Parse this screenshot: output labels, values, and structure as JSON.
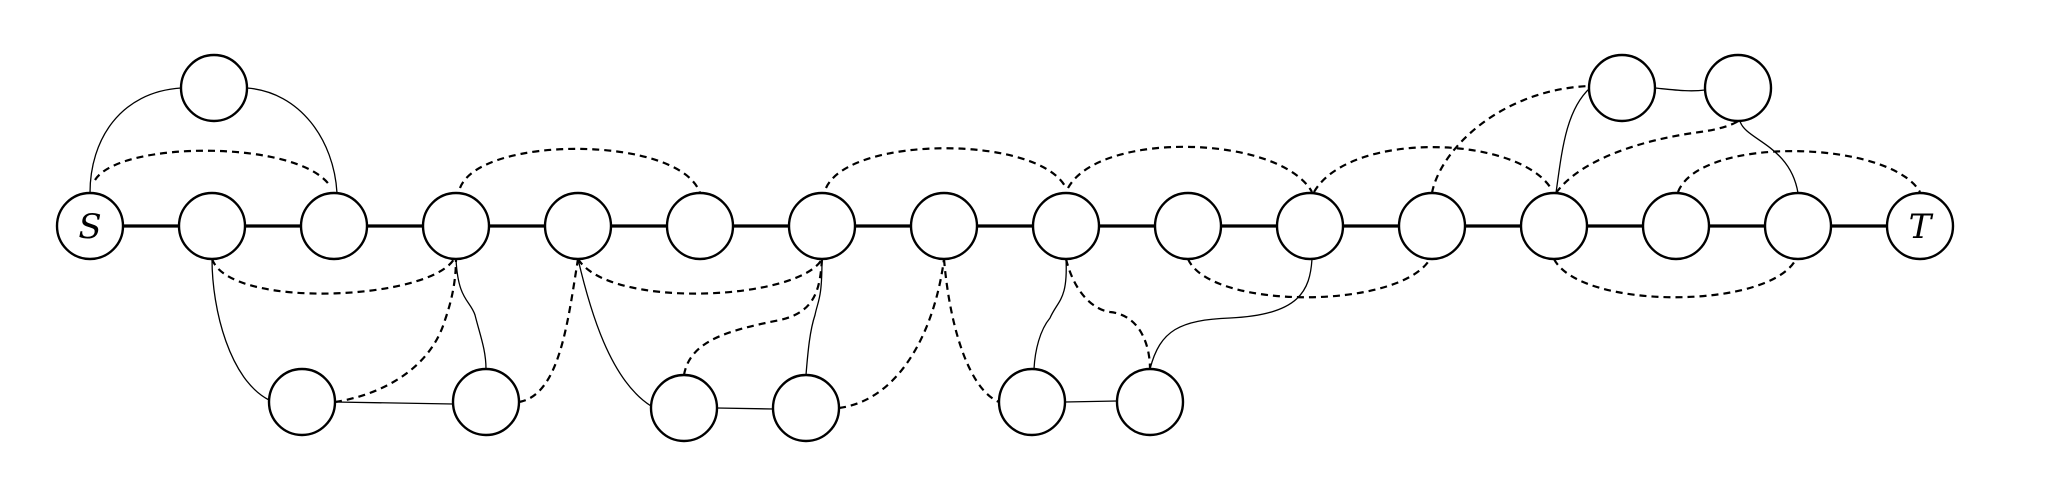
{
  "diagram": {
    "nodes": [
      {
        "id": "S",
        "label": "S"
      },
      {
        "id": "m2",
        "label": ""
      },
      {
        "id": "m3",
        "label": ""
      },
      {
        "id": "m4",
        "label": ""
      },
      {
        "id": "m5",
        "label": ""
      },
      {
        "id": "m6",
        "label": ""
      },
      {
        "id": "m7",
        "label": ""
      },
      {
        "id": "m8",
        "label": ""
      },
      {
        "id": "m9",
        "label": ""
      },
      {
        "id": "m10",
        "label": ""
      },
      {
        "id": "m11",
        "label": ""
      },
      {
        "id": "m12",
        "label": ""
      },
      {
        "id": "m13",
        "label": ""
      },
      {
        "id": "m14",
        "label": ""
      },
      {
        "id": "m15",
        "label": ""
      },
      {
        "id": "T",
        "label": "T"
      },
      {
        "id": "top1",
        "label": ""
      },
      {
        "id": "top2",
        "label": ""
      },
      {
        "id": "top3",
        "label": ""
      },
      {
        "id": "bot1",
        "label": ""
      },
      {
        "id": "bot2",
        "label": ""
      },
      {
        "id": "bot3",
        "label": ""
      },
      {
        "id": "bot4",
        "label": ""
      },
      {
        "id": "bot5",
        "label": ""
      },
      {
        "id": "bot6",
        "label": ""
      }
    ],
    "edges": [
      {
        "from": "S",
        "to": "m2",
        "style": "main"
      },
      {
        "from": "m2",
        "to": "m3",
        "style": "main"
      },
      {
        "from": "m3",
        "to": "m4",
        "style": "main"
      },
      {
        "from": "m4",
        "to": "m5",
        "style": "main"
      },
      {
        "from": "m5",
        "to": "m6",
        "style": "main"
      },
      {
        "from": "m6",
        "to": "m7",
        "style": "main"
      },
      {
        "from": "m7",
        "to": "m8",
        "style": "main"
      },
      {
        "from": "m8",
        "to": "m9",
        "style": "main"
      },
      {
        "from": "m9",
        "to": "m10",
        "style": "main"
      },
      {
        "from": "m10",
        "to": "m11",
        "style": "main"
      },
      {
        "from": "m11",
        "to": "m12",
        "style": "main"
      },
      {
        "from": "m12",
        "to": "m13",
        "style": "main"
      },
      {
        "from": "m13",
        "to": "m14",
        "style": "main"
      },
      {
        "from": "m14",
        "to": "m15",
        "style": "main"
      },
      {
        "from": "m15",
        "to": "T",
        "style": "main"
      },
      {
        "from": "S",
        "to": "top1",
        "style": "solid"
      },
      {
        "from": "top1",
        "to": "m3",
        "style": "solid"
      },
      {
        "from": "top2",
        "to": "top3",
        "style": "solid"
      },
      {
        "from": "m13",
        "to": "top2",
        "style": "solid"
      },
      {
        "from": "top3",
        "to": "m15",
        "style": "solid"
      },
      {
        "from": "m2",
        "to": "bot1",
        "style": "solid"
      },
      {
        "from": "bot1",
        "to": "bot2",
        "style": "solid"
      },
      {
        "from": "m4",
        "to": "bot2",
        "style": "solid"
      },
      {
        "from": "m5",
        "to": "bot3",
        "style": "solid"
      },
      {
        "from": "bot3",
        "to": "bot4",
        "style": "solid"
      },
      {
        "from": "m7",
        "to": "bot4",
        "style": "solid"
      },
      {
        "from": "m9",
        "to": "bot5",
        "style": "solid"
      },
      {
        "from": "bot5",
        "to": "bot6",
        "style": "solid"
      },
      {
        "from": "bot6",
        "to": "m11",
        "style": "solid"
      },
      {
        "from": "S",
        "to": "m3",
        "style": "dashed"
      },
      {
        "from": "m4",
        "to": "m6",
        "style": "dashed"
      },
      {
        "from": "m7",
        "to": "m9",
        "style": "dashed"
      },
      {
        "from": "m9",
        "to": "m11",
        "style": "dashed"
      },
      {
        "from": "m11",
        "to": "m13",
        "style": "dashed"
      },
      {
        "from": "m14",
        "to": "T",
        "style": "dashed"
      },
      {
        "from": "m12",
        "to": "top2",
        "style": "dashed"
      },
      {
        "from": "m13",
        "to": "top3",
        "style": "dashed"
      },
      {
        "from": "m2",
        "to": "m4",
        "style": "dashed"
      },
      {
        "from": "m5",
        "to": "m7",
        "style": "dashed"
      },
      {
        "from": "m10",
        "to": "m12",
        "style": "dashed"
      },
      {
        "from": "m13",
        "to": "m15",
        "style": "dashed"
      },
      {
        "from": "bot1",
        "to": "m4",
        "style": "dashed"
      },
      {
        "from": "bot2",
        "to": "m5",
        "style": "dashed"
      },
      {
        "from": "bot3",
        "to": "m7",
        "style": "dashed"
      },
      {
        "from": "bot4",
        "to": "m8",
        "style": "dashed"
      },
      {
        "from": "m8",
        "to": "bot5",
        "style": "dashed"
      },
      {
        "from": "m9",
        "to": "bot6",
        "style": "dashed"
      }
    ]
  }
}
